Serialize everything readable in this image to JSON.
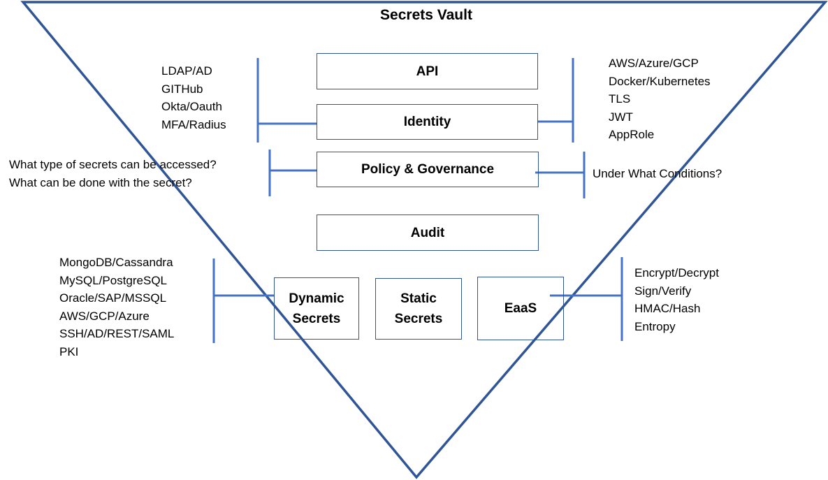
{
  "title": "Secrets Vault",
  "colors": {
    "triangle": "#2f5597",
    "connector": "#4472c4",
    "box_border": "#2f5597"
  },
  "layers": {
    "api": "API",
    "identity": "Identity",
    "policy": "Policy & Governance",
    "audit": "Audit",
    "dynamic_secrets": [
      "Dynamic",
      "Secrets"
    ],
    "static_secrets": [
      "Static",
      "Secrets"
    ],
    "eaas": "EaaS"
  },
  "identity_left": [
    "LDAP/AD",
    "GITHub",
    "Okta/Oauth",
    "MFA/Radius"
  ],
  "identity_right": [
    "AWS/Azure/GCP",
    "Docker/Kubernetes",
    "TLS",
    "JWT",
    "AppRole"
  ],
  "policy_left": [
    "What type of secrets can be accessed?",
    "What can be done with the secret?"
  ],
  "policy_right": [
    "Under What Conditions?"
  ],
  "dynamic_left": [
    "MongoDB/Cassandra",
    "MySQL/PostgreSQL",
    "Oracle/SAP/MSSQL",
    "AWS/GCP/Azure",
    "SSH/AD/REST/SAML",
    "PKI"
  ],
  "eaas_right": [
    "Encrypt/Decrypt",
    "Sign/Verify",
    "HMAC/Hash",
    "Entropy"
  ]
}
